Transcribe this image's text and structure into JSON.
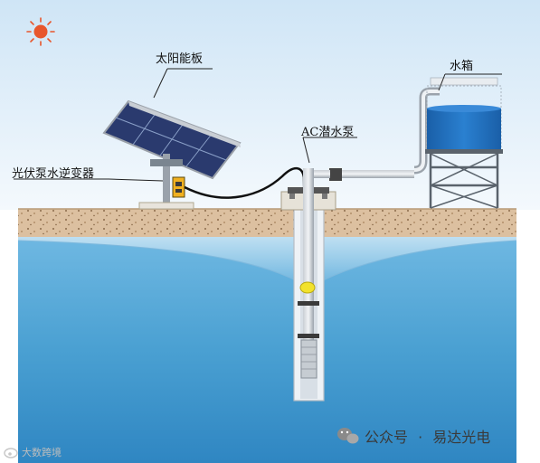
{
  "labels": {
    "solar_panel": "太阳能板",
    "inverter": "光伏泵水逆变器",
    "pump": "AC潜水泵",
    "water_tank": "水箱"
  },
  "watermark": {
    "account_prefix": "公众号",
    "separator": "·",
    "account_name": "易达光电",
    "corner_text": "大数跨境"
  },
  "icons": [
    "sun-icon",
    "wechat-icon",
    "weibo-icon"
  ],
  "colors": {
    "sky": "#e2f0fa",
    "water": "#4aa0d2",
    "soil": "#dcc0a0",
    "tank_water": "#1f6fc0",
    "panel": "#2a3a6e",
    "inverter": "#f0b020",
    "sun": "#e8562c"
  }
}
